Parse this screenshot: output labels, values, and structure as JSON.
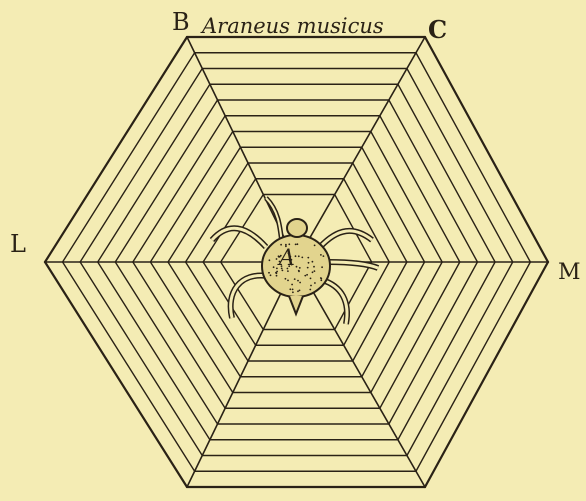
{
  "figure": {
    "title": "Araneus musicus",
    "labels": {
      "B": "B",
      "C": "C",
      "L": "L",
      "M": "M",
      "A": "A"
    }
  },
  "colors": {
    "paper": "#f4ecb4",
    "ink": "#2a2216",
    "spider_body": "#e2d48e"
  }
}
